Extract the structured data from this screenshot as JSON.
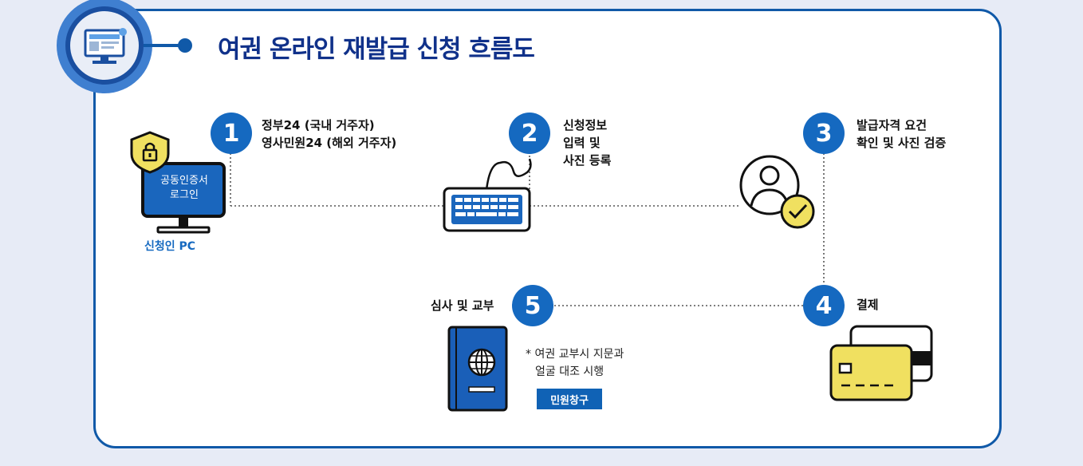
{
  "title": "여권 온라인 재발급 신청 흐름도",
  "pc": {
    "screen_line1": "공동인증서",
    "screen_line2": "로그인",
    "label": "신청인 PC"
  },
  "steps": [
    {
      "number": "1",
      "lines": [
        "정부24 (국내 거주자)",
        "영사민원24 (해외 거주자)"
      ]
    },
    {
      "number": "2",
      "lines": [
        "신청정보",
        "입력 및",
        "사진 등록"
      ]
    },
    {
      "number": "3",
      "lines": [
        "발급자격 요건",
        "확인 및 사진 검증"
      ]
    },
    {
      "number": "4",
      "lines": [
        "결제"
      ]
    },
    {
      "number": "5",
      "lines": [
        "심사 및 교부"
      ]
    }
  ],
  "passport_note": [
    "* 여권 교부시 지문과",
    "얼굴 대조 시행"
  ],
  "office_button": "민원창구",
  "colors": {
    "primary": "#1569c0",
    "navy": "#10318a",
    "accent_yellow": "#f0e060",
    "background": "#e7ebf6"
  }
}
